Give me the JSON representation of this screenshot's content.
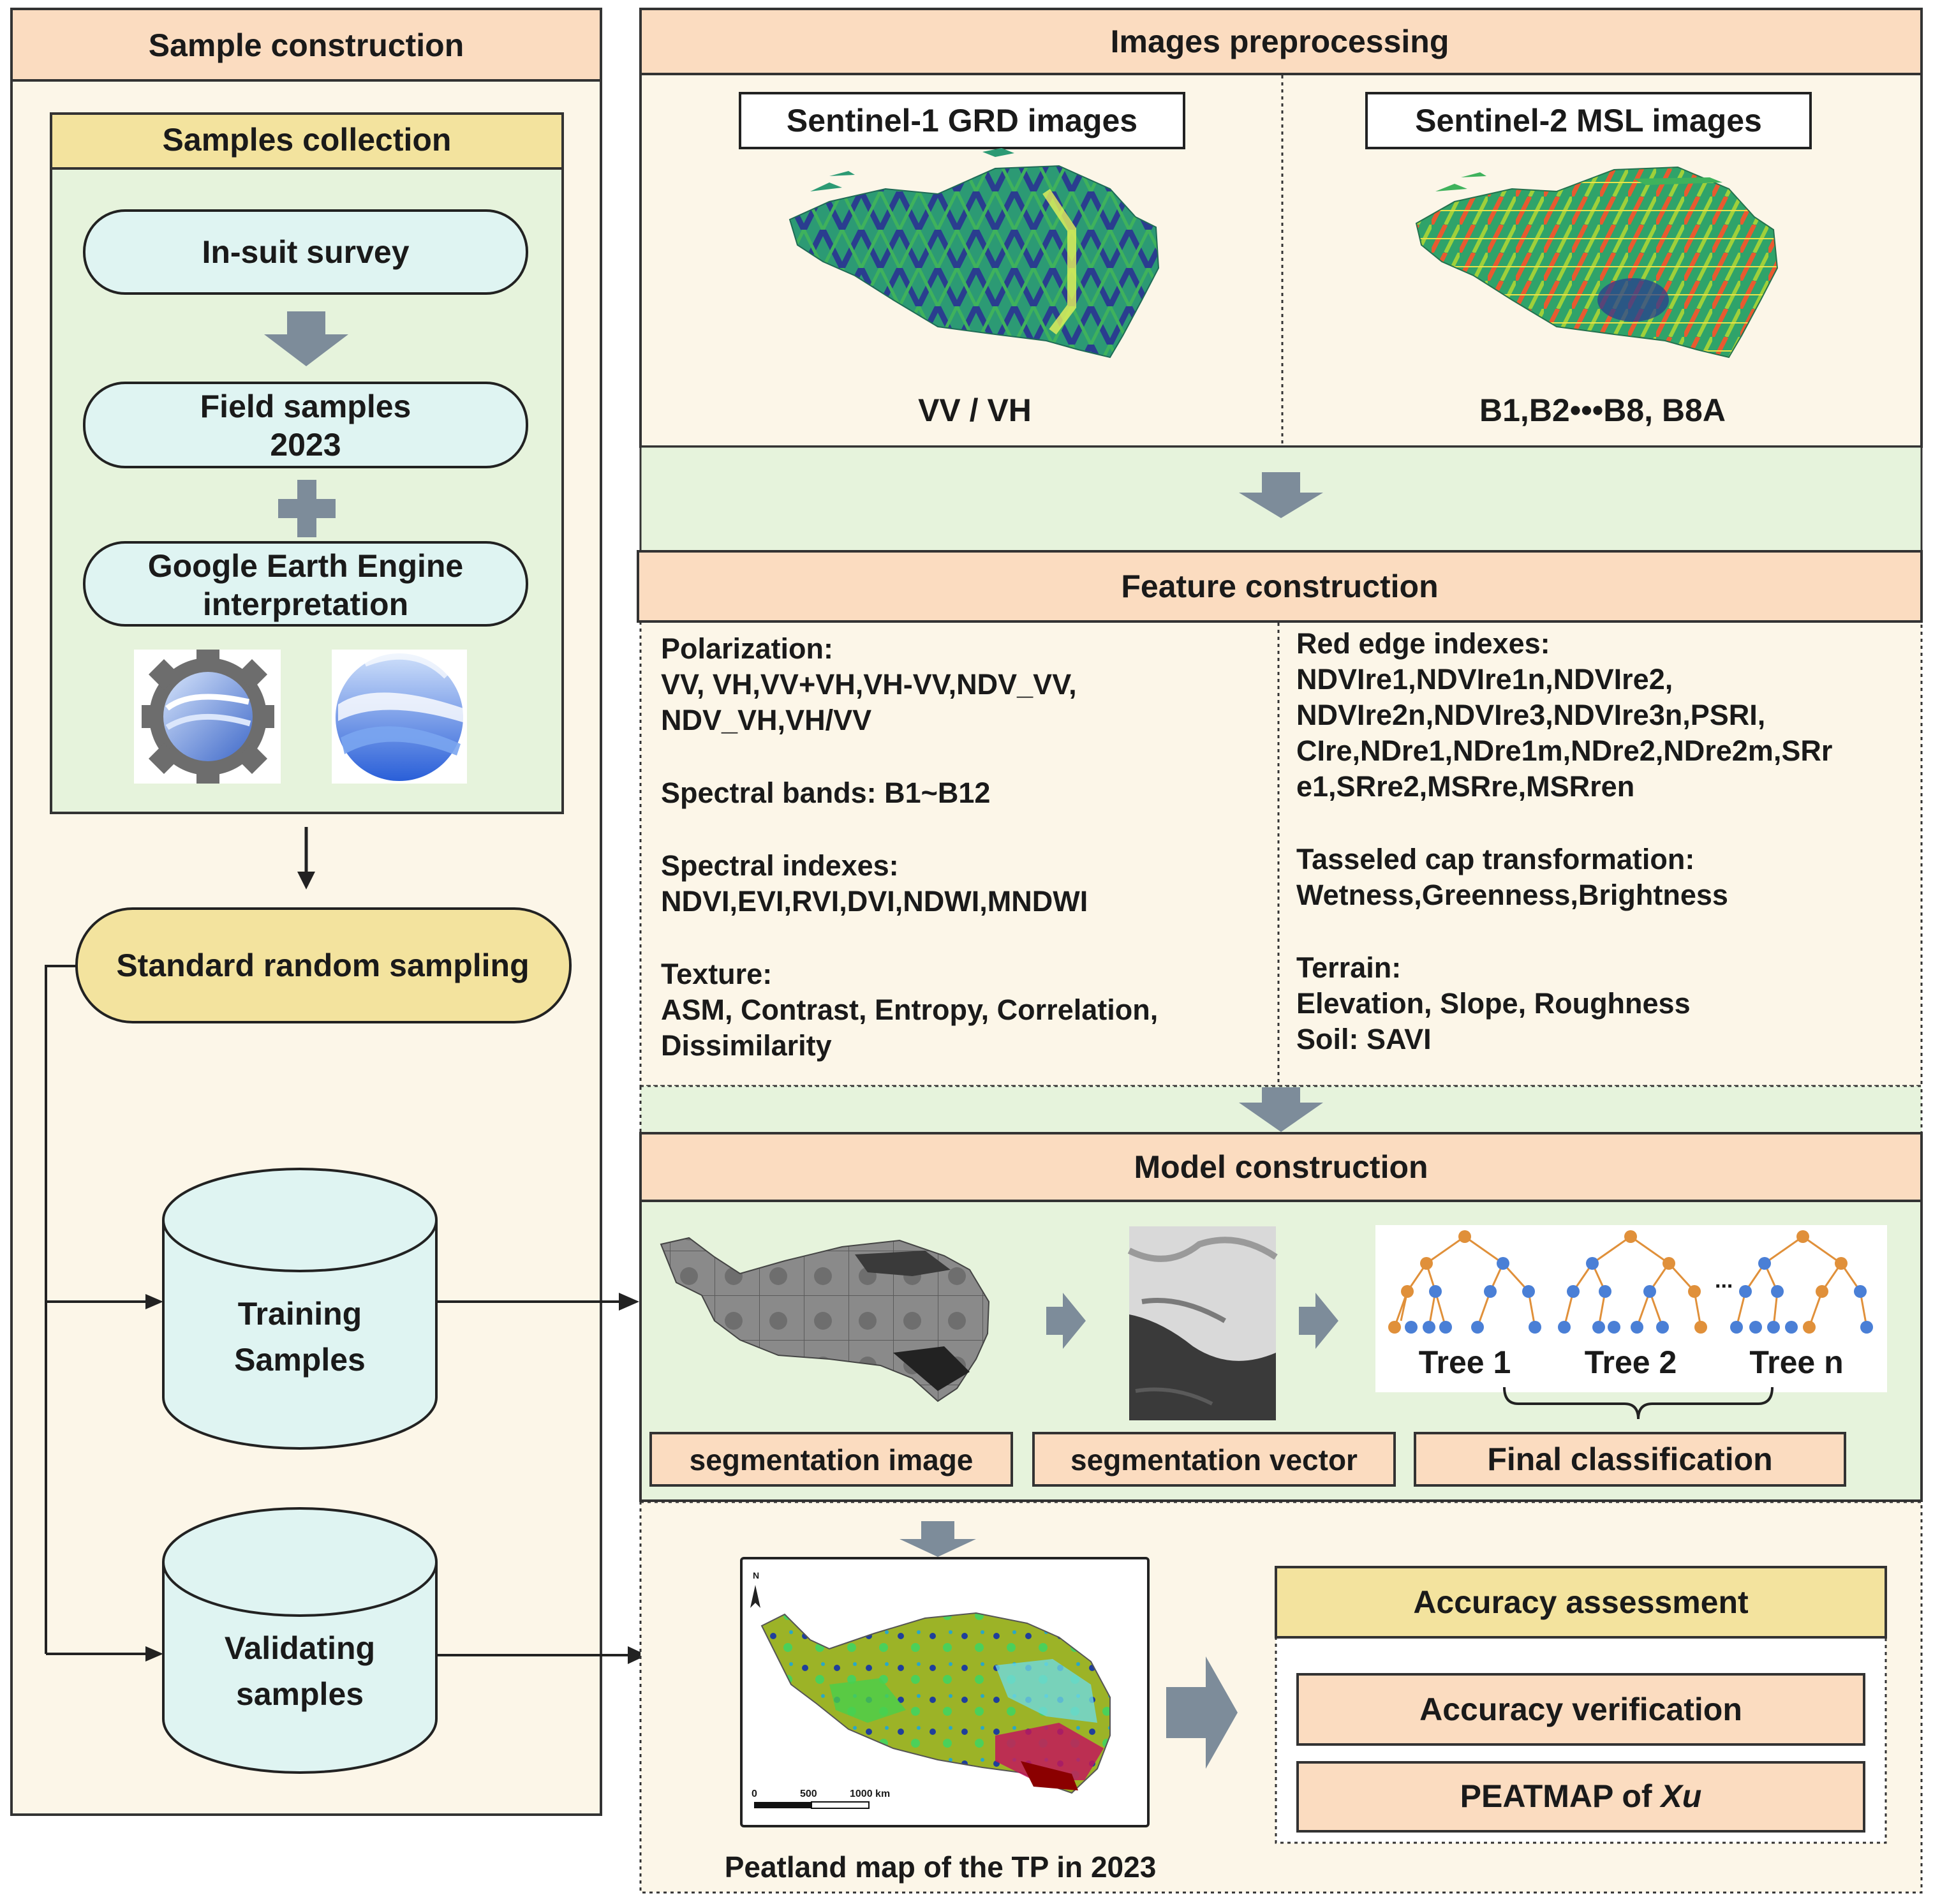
{
  "panels": {
    "sample_construction": "Sample construction",
    "images_preprocessing": "Images preprocessing",
    "feature_construction": "Feature construction",
    "model_construction": "Model construction"
  },
  "samples_collection": {
    "title": "Samples collection",
    "in_suit": "In-suit survey",
    "field_samples_line1": "Field samples",
    "field_samples_line2": "2023",
    "gee_line1": "Google Earth Engine",
    "gee_line2": "interpretation"
  },
  "sampling": {
    "standard_random": "Standard random sampling",
    "training_line1": "Training",
    "training_line2": "Samples",
    "validating_line1": "Validating",
    "validating_line2": "samples"
  },
  "preprocessing": {
    "s1_label": "Sentinel-1 GRD images",
    "s2_label": "Sentinel-2 MSL images",
    "s1_bands": "VV / VH",
    "s2_bands": "B1,B2•••B8, B8A"
  },
  "features": {
    "left": {
      "polarization_title": "Polarization:",
      "polarization_line1": "VV, VH,VV+VH,VH-VV,NDV_VV,",
      "polarization_line2": "NDV_VH,VH/VV",
      "spectral_bands": "Spectral bands: B1~B12",
      "spectral_indexes_title": "Spectral indexes:",
      "spectral_indexes": "NDVI,EVI,RVI,DVI,NDWI,MNDWI",
      "texture_title": "Texture:",
      "texture_line1": "ASM, Contrast, Entropy, Correlation,",
      "texture_line2": "Dissimilarity"
    },
    "right": {
      "red_edge_title": "Red edge indexes:",
      "red_edge_line1": "NDVIre1,NDVIre1n,NDVIre2,",
      "red_edge_line2": "NDVIre2n,NDVIre3,NDVIre3n,PSRI,",
      "red_edge_line3": "CIre,NDre1,NDre1m,NDre2,NDre2m,SRr",
      "red_edge_line4": "e1,SRre2,MSRre,MSRren",
      "tasseled_title": "Tasseled cap transformation:",
      "tasseled": "Wetness,Greenness,Brightness",
      "terrain_title": "Terrain:",
      "terrain": "Elevation, Slope, Roughness",
      "soil": "Soil: SAVI"
    }
  },
  "model": {
    "tree1": "Tree 1",
    "tree2": "Tree 2",
    "ellipsis": "...",
    "treen": "Tree n",
    "seg_image": "segmentation image",
    "seg_vector": "segmentation vector",
    "final_classification": "Final classification"
  },
  "results": {
    "map_caption": "Peatland map of the TP in 2023",
    "north": "N",
    "scale_0": "0",
    "scale_500": "500",
    "scale_1000": "1000 km",
    "accuracy_assessment": "Accuracy assessment",
    "accuracy_verification": "Accuracy verification",
    "peatmap_prefix": "PEATMAP of ",
    "peatmap_author": "Xu"
  },
  "colors": {
    "header_fill": "#fbdcc0",
    "panel_cream": "#fcf6e8",
    "panel_green": "#e6f3dc",
    "yellow_header": "#f3e39e",
    "capsule_fill": "#dff4f2",
    "arrow_gray": "#7d8c9a",
    "tree_orange": "#e0903a",
    "tree_blue": "#4a7fd6"
  },
  "icons": [
    "google-earth-engine-logo",
    "google-earth-logo"
  ]
}
